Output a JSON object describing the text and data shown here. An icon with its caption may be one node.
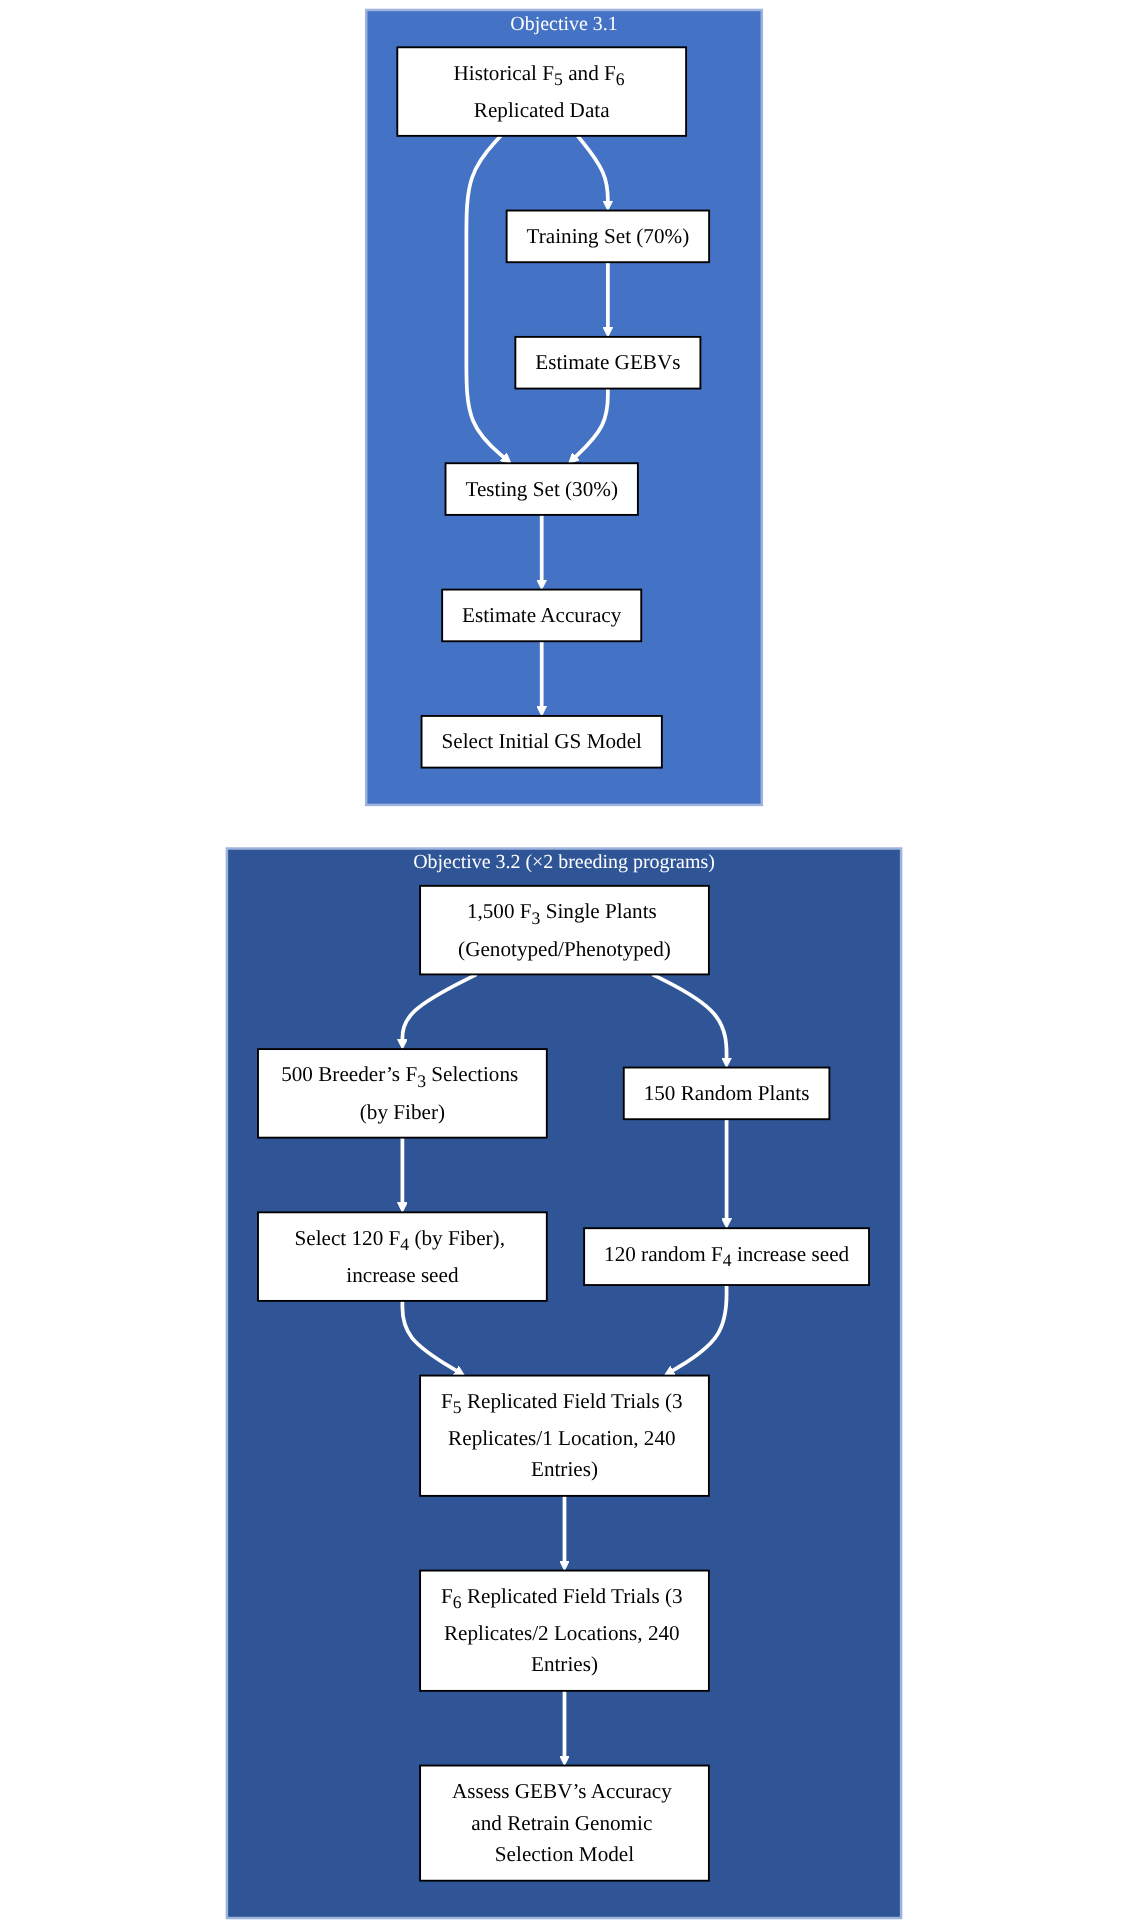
{
  "diagram": {
    "nodes": [
      {
        "text": [
          "Objective 3.1"
        ]
      },
      {
        "text": [
          "Historical F$_{5}$ and F$_{6}$ Replicated Data"
        ],
        "in": 0
      },
      {
        "text": [
          "Testing Set (30%)"
        ],
        "in": 0
      },
      {
        "text": [
          "Training Set (70%)"
        ],
        "in": 0
      },
      {
        "text": [
          "Estimate Accuracy"
        ],
        "in": 0
      },
      {
        "text": [
          "Estimate GEBVs"
        ],
        "in": 0
      },
      {
        "text": [
          "Select Initial GS Model"
        ],
        "in": 0
      },
      {
        "text": [
          "Objective 3.2 (×2 breeding programs)"
        ]
      },
      {
        "text": [
          "1,500 F$_{3}$ Single Plants (Genotyped/Phenotyped)"
        ],
        "in": 7
      },
      {
        "text": [
          "500 Breeder’s F$_{3}$ Selections (by Fiber)"
        ],
        "in": 7
      },
      {
        "text": [
          "150 Random Plants"
        ],
        "in": 7
      },
      {
        "text": [
          "Select 120 F$_{4}$ (by Fiber), increase seed"
        ],
        "in": 7
      },
      {
        "text": [
          "120 random F$_{4}$ increase seed"
        ],
        "in": 7
      },
      {
        "text": [
          "F$_{5}$ Replicated Field Trials (3 Replicates/1 Location, 240 Entries)"
        ],
        "in": 7
      },
      {
        "text": [
          "F$_{6}$ Replicated Field Trials (3 Replicates/2 Locations, 240 Entries)"
        ],
        "in": 7
      },
      {
        "text": [
          "Assess GEBV’s Accuracy and Retrain Genomic Selection Model"
        ],
        "in": 7
      }
    ],
    "edges": [
      {
        "from": 1,
        "to": 2,
        "arrow": "to"
      },
      {
        "from": 1,
        "to": 3,
        "arrow": "to"
      },
      {
        "from": 2,
        "to": 4,
        "arrow": "to"
      },
      {
        "from": 3,
        "to": 5,
        "arrow": "to"
      },
      {
        "from": 5,
        "to": 2,
        "arrow": "to"
      },
      {
        "from": 4,
        "to": 6,
        "arrow": "to"
      },
      {
        "from": 8,
        "to": 9,
        "arrow": "to"
      },
      {
        "from": 8,
        "to": 10,
        "arrow": "to"
      },
      {
        "from": 9,
        "to": 11,
        "arrow": "to"
      },
      {
        "from": 10,
        "to": 12,
        "arrow": "to"
      },
      {
        "from": 11,
        "to": 13,
        "arrow": "to"
      },
      {
        "from": 12,
        "to": 13,
        "arrow": "to"
      },
      {
        "from": 13,
        "to": 14,
        "arrow": "to"
      },
      {
        "from": 14,
        "to": 15,
        "arrow": "to"
      }
    ]
  }
}
